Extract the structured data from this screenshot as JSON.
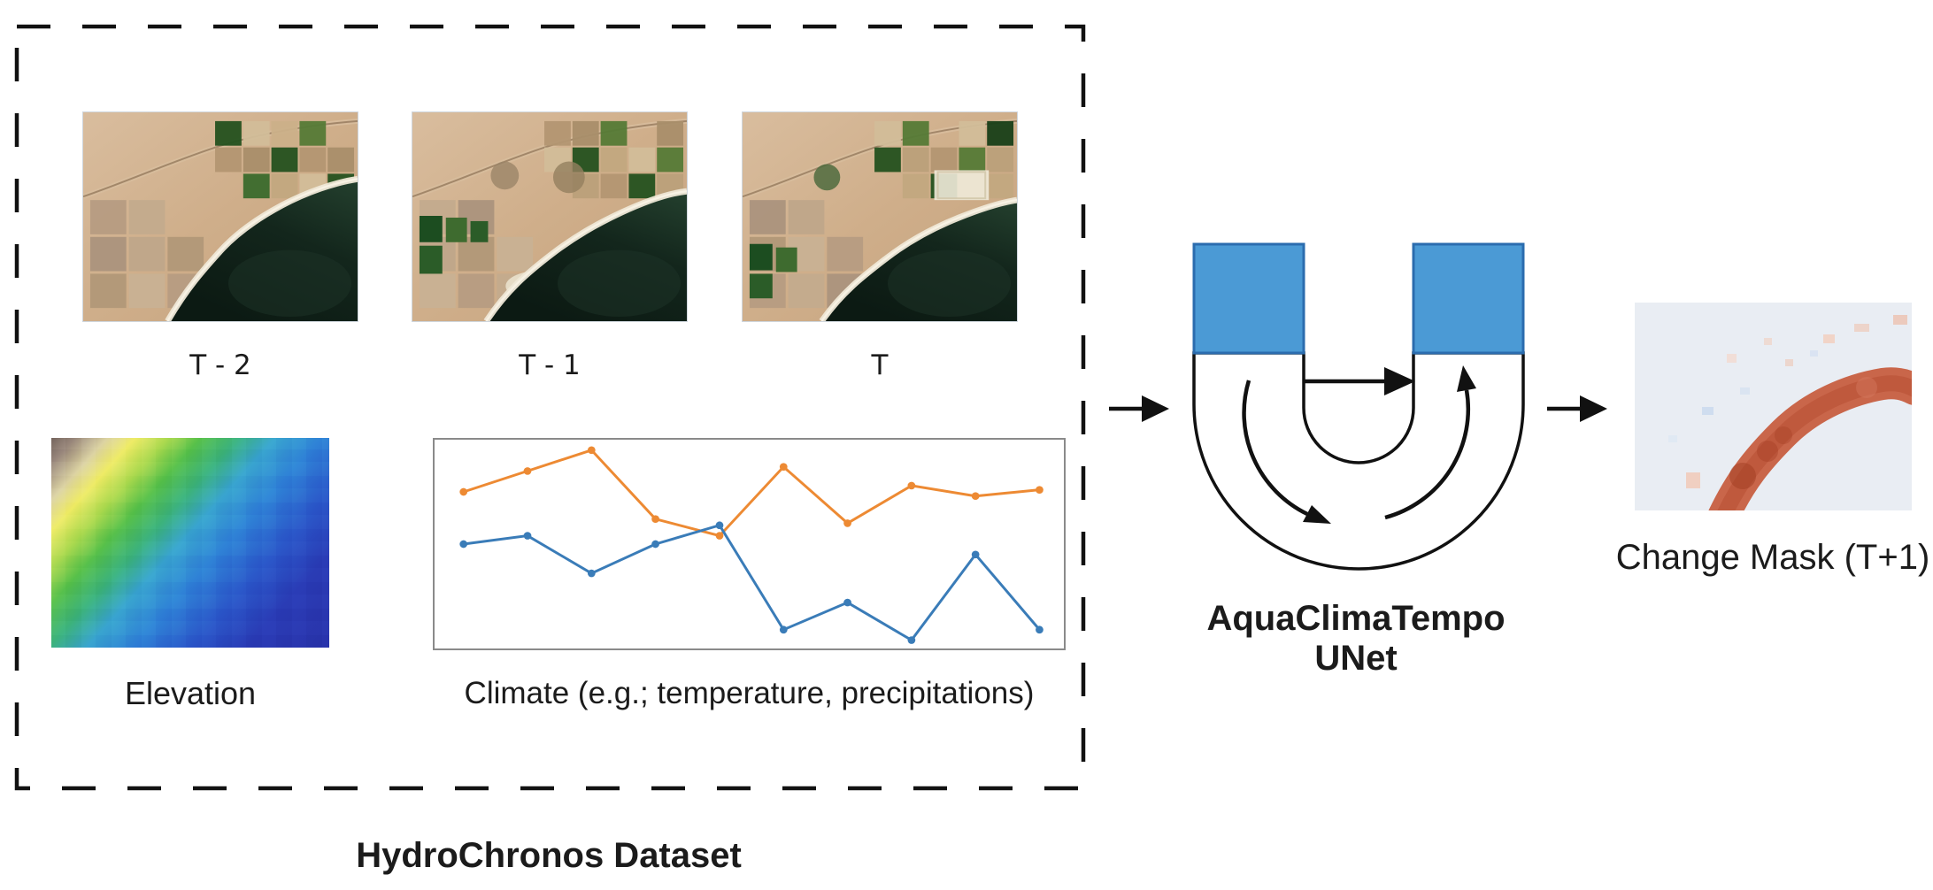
{
  "figure": {
    "dataset_box": {
      "title": "HydroChronos Dataset",
      "satellite_tiles": [
        {
          "label": "T - 2"
        },
        {
          "label": "T - 1"
        },
        {
          "label": "T"
        }
      ],
      "elevation_label": "Elevation",
      "climate_label": "Climate (e.g.; temperature, precipitations)"
    },
    "model": {
      "name_line1": "AquaClimaTempo",
      "name_line2": "UNet"
    },
    "output_label": "Change Mask (T+1)"
  },
  "chart_data": {
    "type": "line",
    "title": "",
    "x": [
      1,
      2,
      3,
      4,
      5,
      6,
      7,
      8,
      9,
      10
    ],
    "series": [
      {
        "name": "temperature",
        "color": "#ED8A33",
        "values": [
          75,
          85,
          95,
          62,
          54,
          87,
          60,
          78,
          73,
          76
        ]
      },
      {
        "name": "precipitations",
        "color": "#3A7CB8",
        "values": [
          50,
          54,
          36,
          50,
          59,
          9,
          22,
          4,
          45,
          9
        ]
      }
    ],
    "xlabel": "",
    "ylabel": "",
    "ylim": [
      0,
      100
    ],
    "grid": false,
    "legend_position": "none"
  },
  "colors": {
    "model_block_fill": "#4B9AD5",
    "model_block_border": "#2B6CAE",
    "diagram_line": "#111111",
    "text": "#1B1B1B",
    "mask_red": "#C65A3C",
    "mask_background": "#E9EDF3"
  }
}
